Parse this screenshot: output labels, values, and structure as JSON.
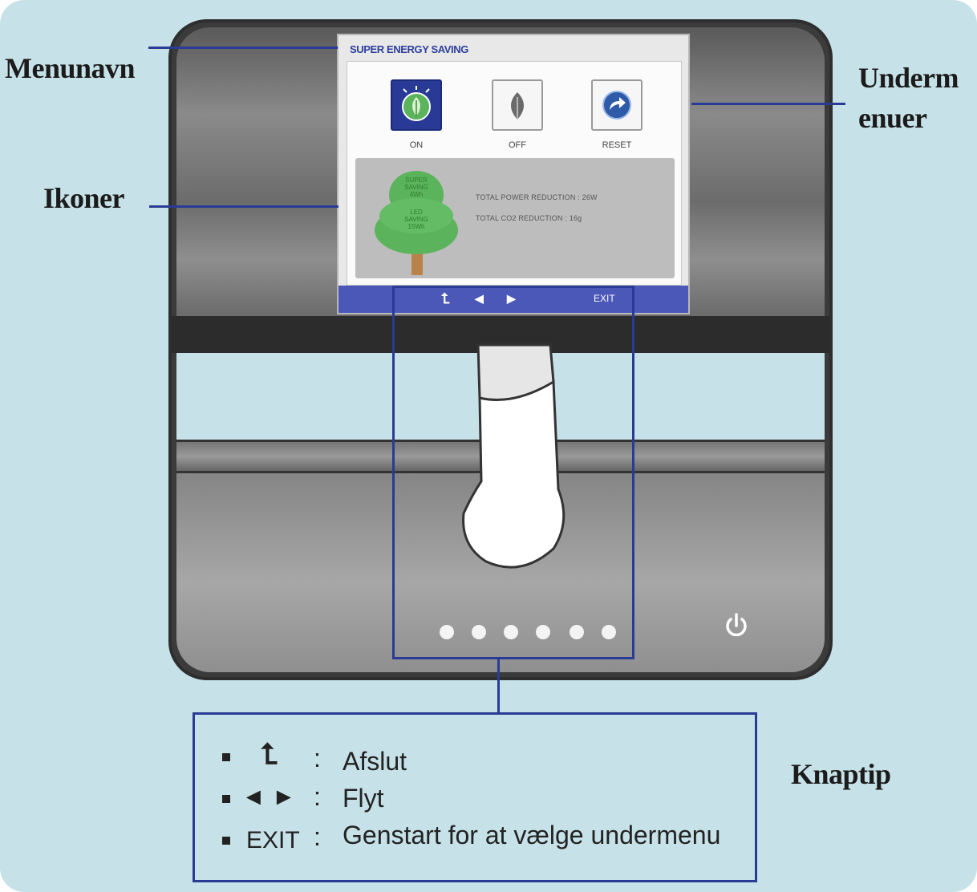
{
  "callouts": {
    "menu_name": "Menunavn",
    "icons": "Ikoner",
    "submenus_line1": "Underm",
    "submenus_line2": "enuer",
    "button_tips": "Knaptip"
  },
  "osd": {
    "title": "SUPER ENERGY SAVING",
    "options": [
      {
        "label": "ON",
        "icon": "leaf-active-icon",
        "selected": true
      },
      {
        "label": "OFF",
        "icon": "leaf-icon",
        "selected": false
      },
      {
        "label": "RESET",
        "icon": "reset-arrow-icon",
        "selected": false
      }
    ],
    "tree_text": [
      "SUPER",
      "SAVING",
      "4Wh",
      "LED",
      "SAVING",
      "15Wh"
    ],
    "info": {
      "power_reduction": "TOTAL POWER REDUCTION : 26W",
      "co2_reduction": "TOTAL CO2 REDUCTION : 16g"
    },
    "nav_exit": "EXIT",
    "nav_icons": [
      "exit-arrow-icon",
      "left-arrow-icon",
      "right-arrow-icon"
    ]
  },
  "monitor": {
    "button_count": 6,
    "power_icon": "power-icon"
  },
  "legend": {
    "items": [
      {
        "symbol": "⮤",
        "symbol_icon": "exit-arrow-icon",
        "sep": ":",
        "text": "Afslut"
      },
      {
        "symbol": "◄ ►",
        "symbol_icon": "left-right-arrows-icon",
        "sep": ":",
        "text": "Flyt"
      },
      {
        "symbol": "EXIT",
        "symbol_icon": "",
        "sep": ":",
        "text": "Genstart for at vælge undermenu"
      }
    ]
  },
  "colors": {
    "background": "#c6e2e8",
    "accent": "#2a3b95",
    "osd_bar": "#4b58b8",
    "leaf_green": "#5bb35b"
  }
}
